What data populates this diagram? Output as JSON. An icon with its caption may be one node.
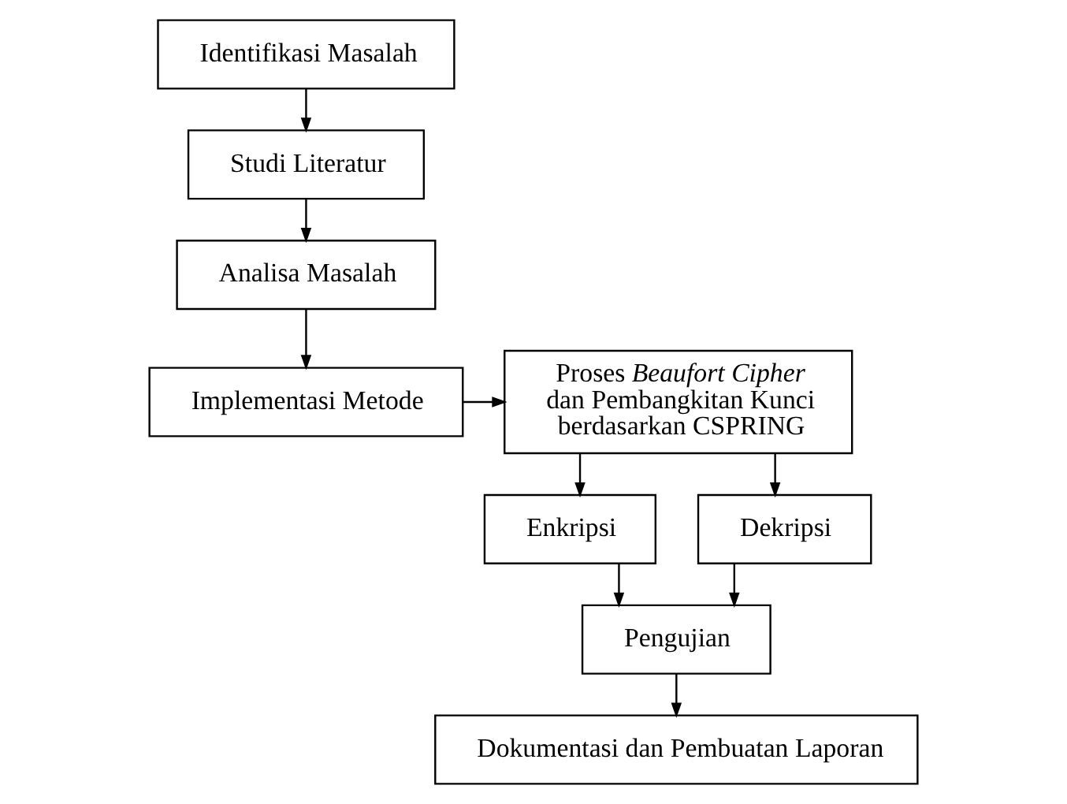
{
  "diagram": {
    "nodes": [
      {
        "text": [
          "Identifikasi Masalah"
        ]
      },
      {
        "text": [
          "Studi Literatur"
        ]
      },
      {
        "text": [
          "Analisa Masalah"
        ]
      },
      {
        "text": [
          "Implementasi Metode"
        ]
      },
      {
        "text": [
          "Proses *Beaufort Cipher* dan Pembangkitan Kunci berdasarkan CSPRING"
        ]
      },
      {
        "text": [
          "Enkripsi"
        ]
      },
      {
        "text": [
          "Dekripsi"
        ]
      },
      {
        "text": [
          "Pengujian"
        ]
      },
      {
        "text": [
          "Dokumentasi dan Pembuatan Laporan"
        ]
      }
    ],
    "edges": [
      {
        "from": 0,
        "to": 1,
        "arrow": "to"
      },
      {
        "from": 1,
        "to": 2,
        "arrow": "to"
      },
      {
        "from": 2,
        "to": 3,
        "arrow": "to"
      },
      {
        "from": 3,
        "to": 4,
        "arrow": "to"
      },
      {
        "from": 4,
        "to": 5,
        "arrow": "to"
      },
      {
        "from": 4,
        "to": 6,
        "arrow": "to"
      },
      {
        "from": 5,
        "to": 7,
        "arrow": "to"
      },
      {
        "from": 6,
        "to": 7,
        "arrow": "to"
      },
      {
        "from": 7,
        "to": 8,
        "arrow": "to"
      }
    ]
  }
}
